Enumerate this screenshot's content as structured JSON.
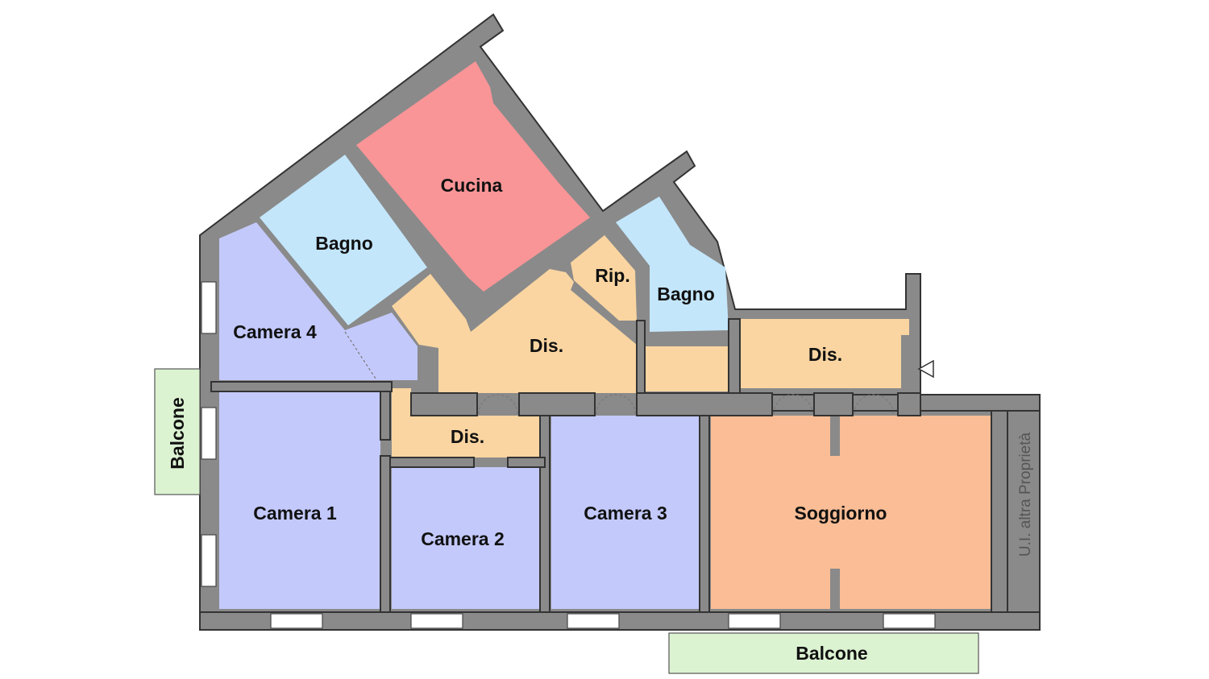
{
  "rooms": {
    "cucina": "Cucina",
    "bagno_top": "Bagno",
    "camera4": "Camera 4",
    "rip": "Rip.",
    "bagno_right": "Bagno",
    "dis_center": "Dis.",
    "dis_right": "Dis.",
    "dis_small": "Dis.",
    "camera1": "Camera 1",
    "camera2": "Camera 2",
    "camera3": "Camera 3",
    "soggiorno": "Soggiorno"
  },
  "balconies": {
    "left": "Balcone",
    "bottom": "Balcone"
  },
  "side_note": "U.I. altra Proprietà",
  "colors": {
    "cucina": "#f99597",
    "bagno": "#c3e6fb",
    "camera": "#c3c9fb",
    "disimpegno": "#fad5a1",
    "soggiorno": "#fabd95",
    "balcone": "#dcf3d2",
    "wall": "#8a8a8a"
  }
}
